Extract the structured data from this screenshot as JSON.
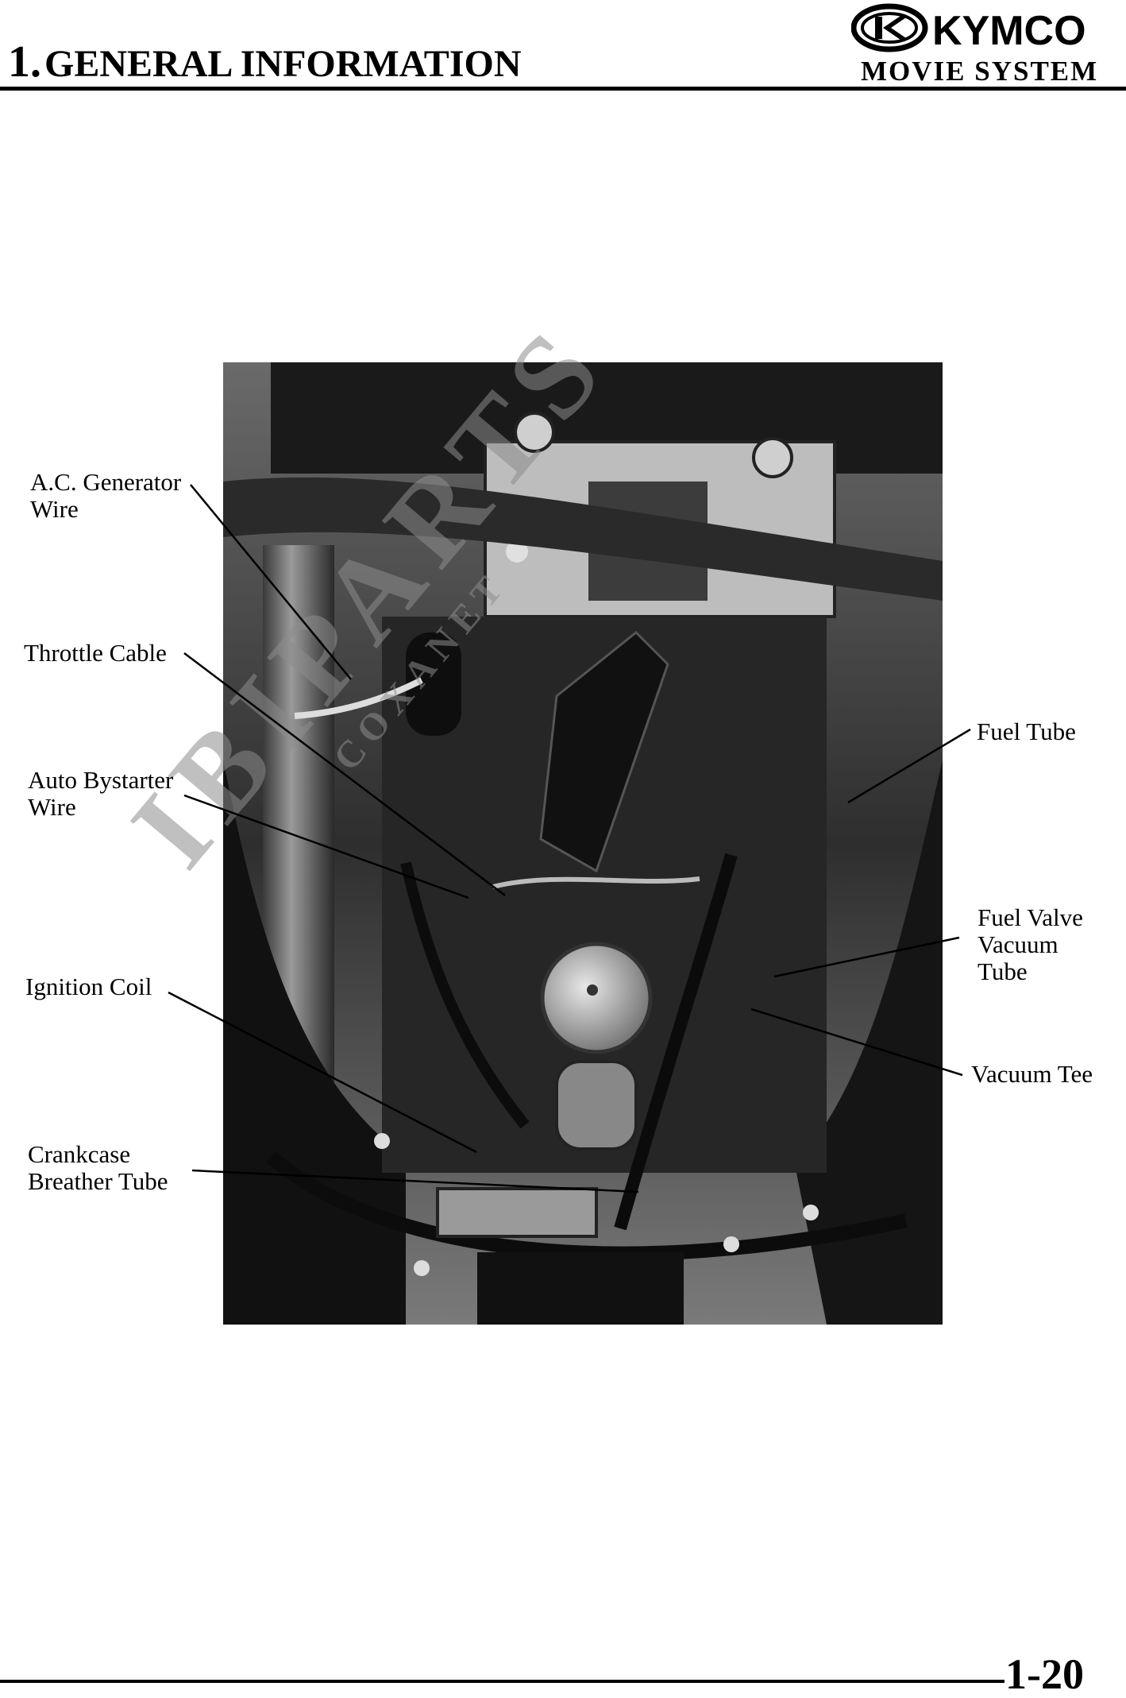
{
  "header": {
    "section_number": "1.",
    "title": "GENERAL INFORMATION",
    "brand": "KYMCO",
    "system": "MOVIE SYSTEM"
  },
  "figure": {
    "watermark": "IBIPARTS",
    "watermark_sub": "COXANET"
  },
  "callouts": [
    {
      "id": "ac-generator-wire",
      "text": "A.C. Generator\nWire"
    },
    {
      "id": "throttle-cable",
      "text": "Throttle Cable"
    },
    {
      "id": "auto-bystarter-wire",
      "text": "Auto Bystarter\nWire"
    },
    {
      "id": "ignition-coil",
      "text": "Ignition Coil"
    },
    {
      "id": "crankcase-breather-tube",
      "text": "Crankcase\nBreather Tube"
    },
    {
      "id": "fuel-tube",
      "text": "Fuel Tube"
    },
    {
      "id": "fuel-valve-vacuum-tube",
      "text": "Fuel Valve\nVacuum\nTube"
    },
    {
      "id": "vacuum-tee",
      "text": "Vacuum Tee"
    }
  ],
  "footer": {
    "page_number": "1-20"
  }
}
